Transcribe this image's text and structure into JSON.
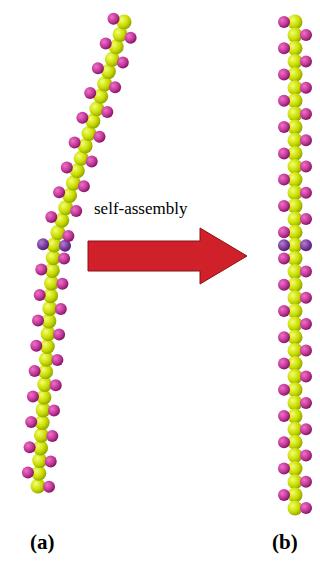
{
  "diagram": {
    "labels": [
      "self-assembly",
      "(a)",
      "(b)"
    ]
  }
}
